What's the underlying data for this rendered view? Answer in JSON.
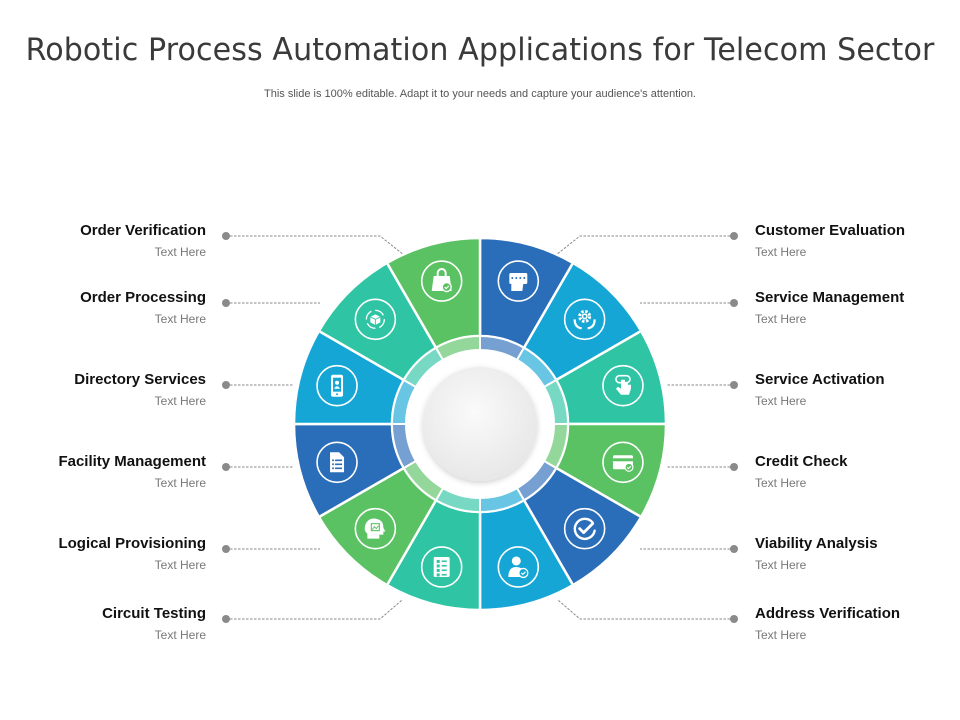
{
  "title": "Robotic Process Automation Applications for Telecom Sector",
  "subtitle": "This slide is 100% editable. Adapt it to your needs and capture your audience's attention.",
  "colors": {
    "dark_blue": "#2a6db8",
    "cyan": "#16a6d6",
    "teal": "#2ec4a4",
    "green": "#5bc263",
    "connector": "#888888",
    "heading_text": "#111111",
    "sub_text": "#777777"
  },
  "segments": [
    {
      "label": "Customer Evaluation",
      "sub": "Text Here",
      "color": "#2a6db8",
      "icon": "rating-thumbs-up-icon",
      "side": "right"
    },
    {
      "label": "Service Management",
      "sub": "Text Here",
      "color": "#16a6d6",
      "icon": "gear-hands-icon",
      "side": "right"
    },
    {
      "label": "Service Activation",
      "sub": "Text Here",
      "color": "#2ec4a4",
      "icon": "tap-hand-icon",
      "side": "right"
    },
    {
      "label": "Credit Check",
      "sub": "Text Here",
      "color": "#5bc263",
      "icon": "credit-card-check-icon",
      "side": "right"
    },
    {
      "label": "Viability Analysis",
      "sub": "Text Here",
      "color": "#2a6db8",
      "icon": "check-circle-icon",
      "side": "right"
    },
    {
      "label": "Address Verification",
      "sub": "Text Here",
      "color": "#16a6d6",
      "icon": "user-check-icon",
      "side": "right"
    },
    {
      "label": "Circuit Testing",
      "sub": "Text Here",
      "color": "#2ec4a4",
      "icon": "checklist-document-icon",
      "side": "left"
    },
    {
      "label": "Logical Provisioning",
      "sub": "Text Here",
      "color": "#5bc263",
      "icon": "head-chart-icon",
      "side": "left"
    },
    {
      "label": "Facility Management",
      "sub": "Text Here",
      "color": "#2a6db8",
      "icon": "document-list-icon",
      "side": "left"
    },
    {
      "label": "Directory Services",
      "sub": "Text Here",
      "color": "#16a6d6",
      "icon": "mobile-contact-icon",
      "side": "left"
    },
    {
      "label": "Order Processing",
      "sub": "Text Here",
      "color": "#2ec4a4",
      "icon": "box-cycle-icon",
      "side": "left"
    },
    {
      "label": "Order Verification",
      "sub": "Text Here",
      "color": "#5bc263",
      "icon": "shopping-bag-check-icon",
      "side": "left"
    }
  ]
}
